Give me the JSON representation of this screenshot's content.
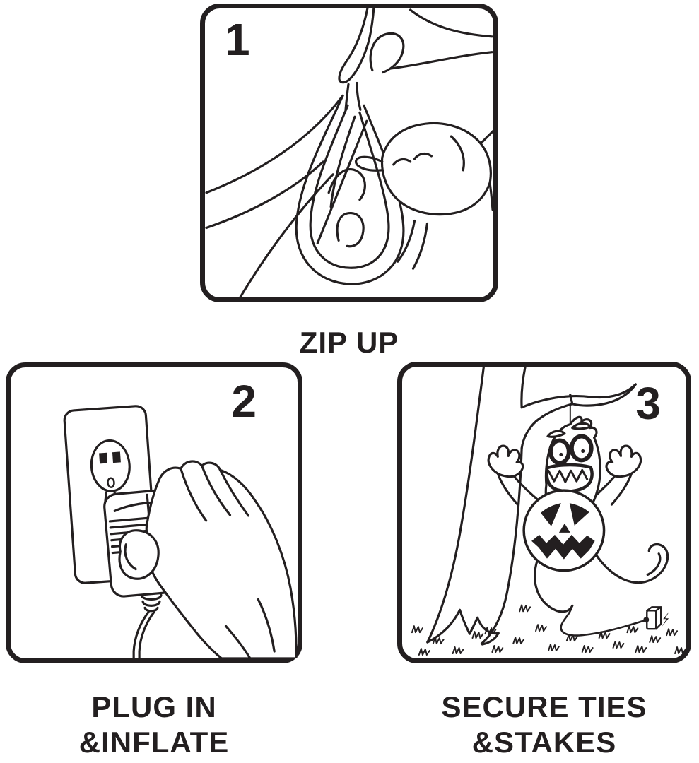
{
  "page": {
    "background": "#ffffff",
    "ink": "#231f20",
    "description": "Three-step inflatable decoration setup instructions"
  },
  "steps": [
    {
      "number": "1",
      "caption_lines": [
        "ZIP UP"
      ],
      "icon": "hands-zipping-bag-illustration"
    },
    {
      "number": "2",
      "caption_lines": [
        "PLUG IN",
        "&INFLATE"
      ],
      "icon": "hand-plugging-adapter-into-outlet-illustration"
    },
    {
      "number": "3",
      "caption_lines": [
        "SECURE TIES",
        "&STAKES"
      ],
      "icon": "ghost-pumpkin-hanging-from-tree-illustration"
    }
  ]
}
